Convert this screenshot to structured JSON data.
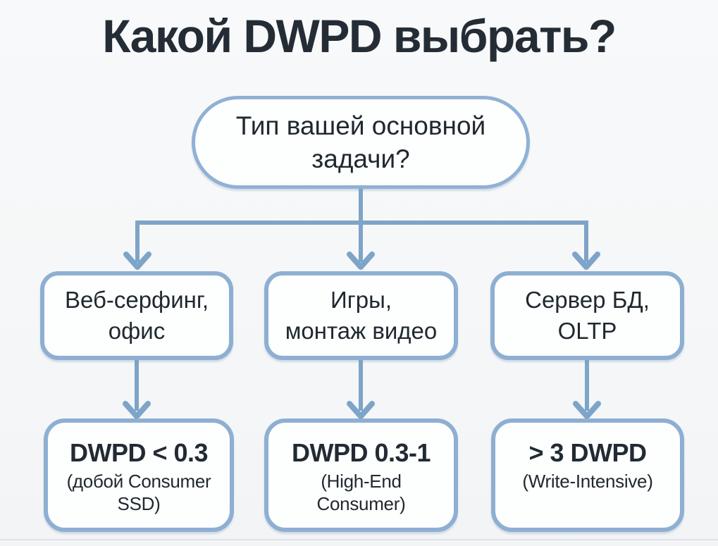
{
  "title": "Какой DWPD выбрать?",
  "colors": {
    "background": "#f5f7f8",
    "title_text": "#242d35",
    "node_text": "#1f282f",
    "node_fill": "#fdfefe",
    "node_border": "#8eafd2",
    "connector": "#7ea4c8"
  },
  "nodes": {
    "root": {
      "line1": "Тип вашей основной",
      "line2": "задачи?"
    },
    "branches": [
      {
        "id": "web-office",
        "line1": "Веб-серфинг,",
        "line2": "офис",
        "result_title": "DWPD < 0.3",
        "result_sub": "(добой Consumer SSD)"
      },
      {
        "id": "games-video",
        "line1": "Игры,",
        "line2": "монтаж видео",
        "result_title": "DWPD 0.3-1",
        "result_sub": "(High-End Consumer)"
      },
      {
        "id": "db-server",
        "line1": "Сервер БД,",
        "line2": "OLTP",
        "result_title": "> 3 DWPD",
        "result_sub": "(Write-Intensive)"
      }
    ]
  }
}
